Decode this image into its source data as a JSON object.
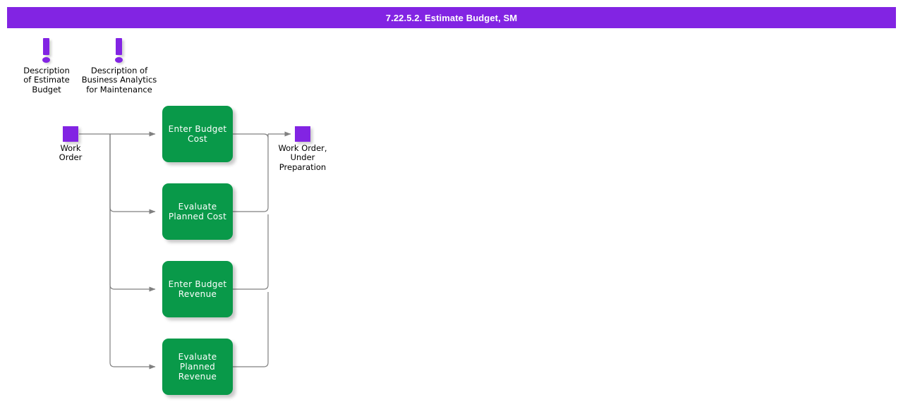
{
  "title_bar": {
    "title": "7.22.5.2. Estimate Budget, SM",
    "background": "#8224e3",
    "text_color": "#ffffff"
  },
  "colors": {
    "accent_purple": "#8224e3",
    "process_green": "#099949",
    "connector_gray": "#808080",
    "canvas_background": "#ffffff"
  },
  "notes": [
    {
      "icon": "exclamation-icon",
      "label": "Description\nof Estimate\nBudget"
    },
    {
      "icon": "exclamation-icon",
      "label": "Description of\nBusiness Analytics\nfor Maintenance"
    }
  ],
  "terminals": [
    {
      "id": "work-order",
      "label": "Work\nOrder"
    },
    {
      "id": "work-order-under-preparation",
      "label": "Work Order,\nUnder\nPreparation"
    }
  ],
  "process_boxes": [
    {
      "id": "enter-budget-cost",
      "label": "Enter Budget\nCost"
    },
    {
      "id": "evaluate-planned-cost",
      "label": "Evaluate\nPlanned Cost"
    },
    {
      "id": "enter-budget-revenue",
      "label": "Enter Budget\nRevenue"
    },
    {
      "id": "evaluate-planned-revenue",
      "label": "Evaluate\nPlanned\nRevenue"
    }
  ]
}
